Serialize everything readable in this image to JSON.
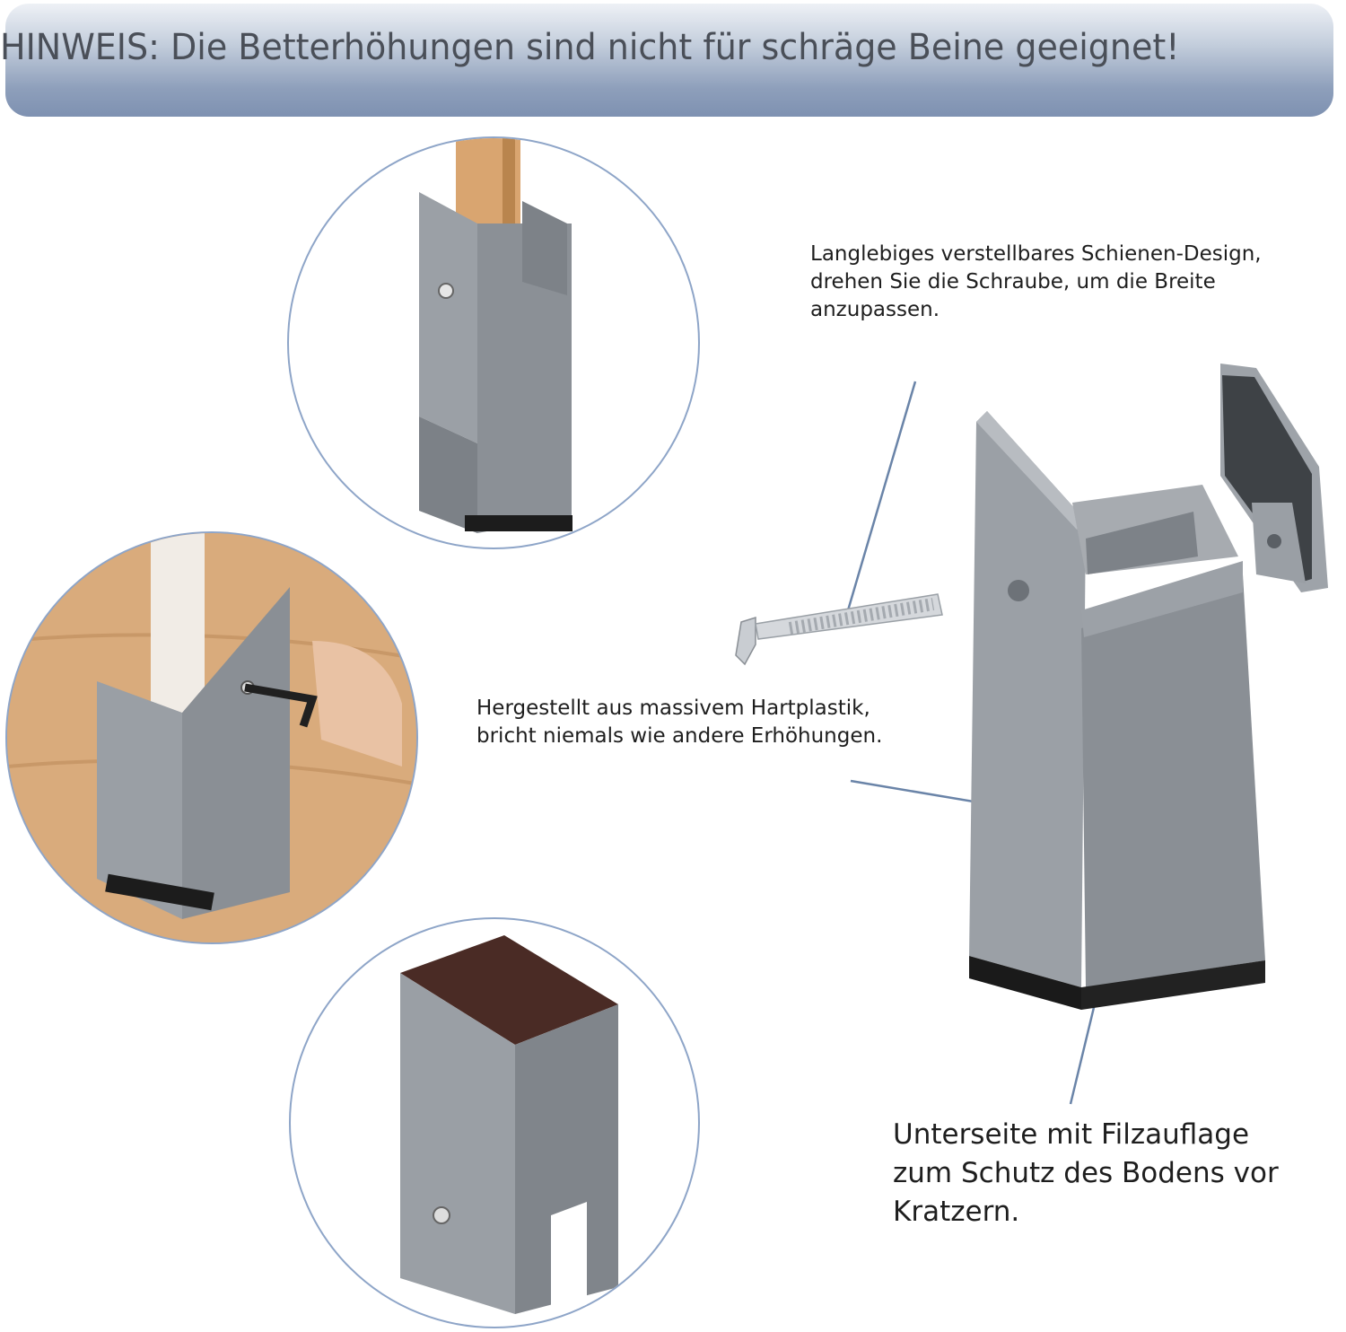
{
  "banner": {
    "text": "HINWEIS: Die Betterhöhungen sind nicht für schräge Beine geeignet!"
  },
  "callouts": {
    "rail": "Langlebiges verstellbares Schienen-Design,\ndrehen Sie die Schraube, um die Breite\nanzupassen.",
    "plastic": "Hergestellt aus massivem Hartplastik,\nbricht niemals wie andere Erhöhungen.",
    "felt": "Unterseite mit Filzauflage\nzum Schutz des Bodens vor\nKratzern."
  },
  "colors": {
    "product_gray": "#8c9096",
    "felt_brown": "#4a2b25",
    "wood": "#d4a574",
    "line_blue": "#6a84a8"
  }
}
